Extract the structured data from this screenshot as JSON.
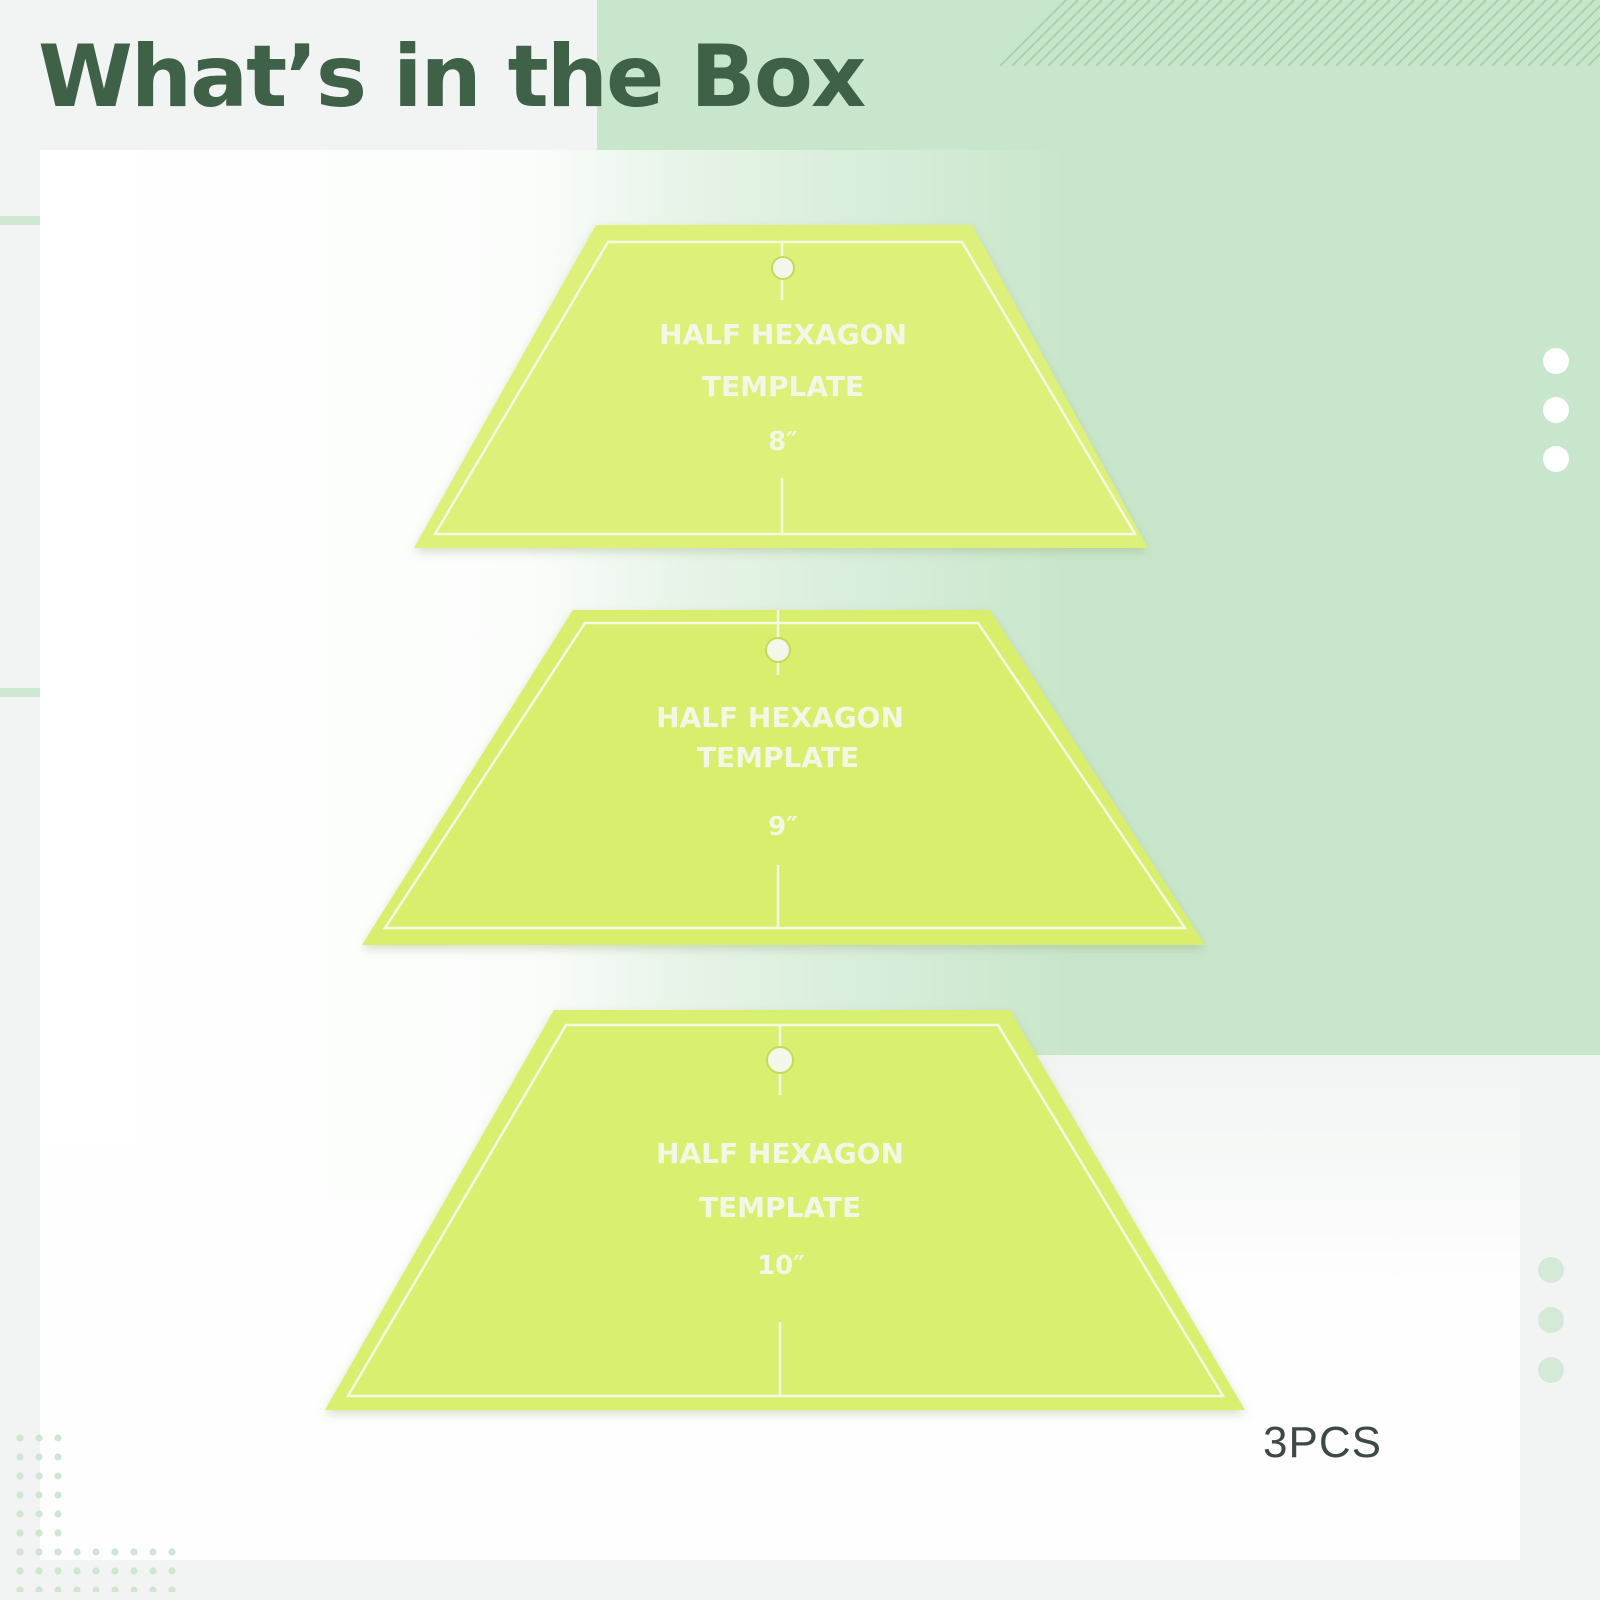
{
  "title": "What’s in the Box",
  "quantity": "3PCS",
  "templates": [
    {
      "line1": "HALF HEXAGON",
      "line2": "TEMPLATE",
      "size": "8″"
    },
    {
      "line1": "HALF HEXAGON",
      "line2": "TEMPLATE",
      "size": "9″"
    },
    {
      "line1": "HALF HEXAGON",
      "line2": "TEMPLATE",
      "size": "10″"
    }
  ],
  "colors": {
    "title": "#3f6147",
    "accent_green": "#c8e6cb",
    "template_fill": "#d9ef6e",
    "quantity_text": "#3d4a44"
  }
}
